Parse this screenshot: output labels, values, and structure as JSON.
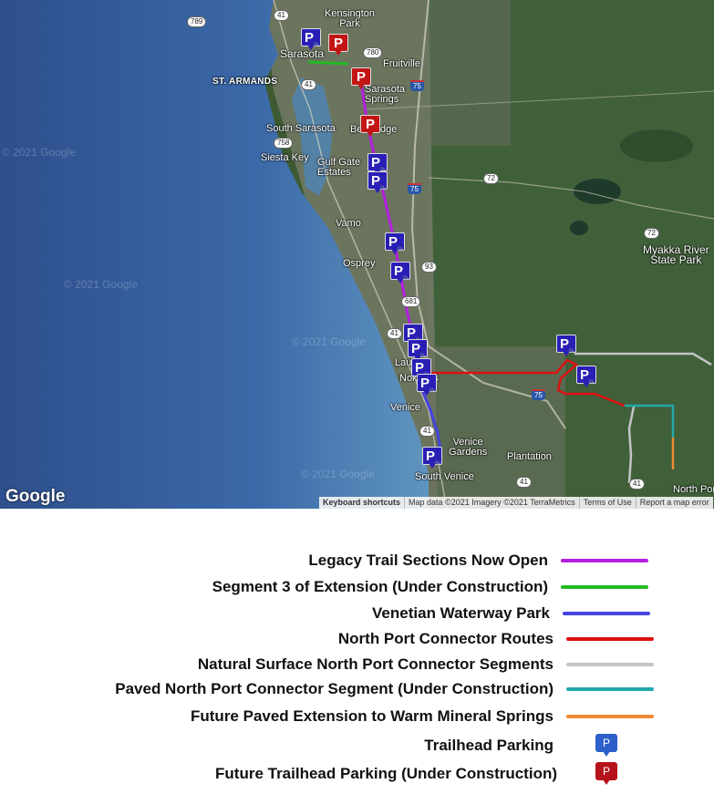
{
  "map": {
    "place_labels": {
      "kensington_park": "Kensington\nPark",
      "sarasota": "Sarasota",
      "fruitville": "Fruitville",
      "st_armands": "ST. ARMANDS",
      "sarasota_springs": "Sarasota\nSprings",
      "south_sarasota": "South Sarasota",
      "bee_ridge": "Bee Ridge",
      "siesta_key": "Siesta Key",
      "gulf_gate_estates": "Gulf Gate\nEstates",
      "vamo": "Vamo",
      "osprey": "Osprey",
      "laurel": "Laurel",
      "nokomis": "Nokomis",
      "venice": "Venice",
      "venice_gardens": "Venice\nGardens",
      "plantation": "Plantation",
      "south_venice": "South Venice",
      "myakka_river_state_park": "Myakka River\nState Park",
      "north_port": "North Port"
    },
    "road_shields": [
      "789",
      "41",
      "780",
      "41",
      "75",
      "758",
      "75",
      "72",
      "72",
      "93",
      "681",
      "41",
      "75",
      "41",
      "41",
      "41"
    ],
    "watermark": "© 2021 Google",
    "google_logo": "Google",
    "attribution": [
      "Keyboard shortcuts",
      "Map data ©2021 Imagery ©2021 TerraMetrics",
      "Terms of Use",
      "Report a map error"
    ],
    "marker_letter": "P",
    "bike_glyph": "🚲"
  },
  "legend": {
    "items": [
      {
        "label": "Legacy Trail Sections Now Open",
        "color": "#b51fe0"
      },
      {
        "label": "Segment 3 of Extension (Under Construction)",
        "color": "#22bb22"
      },
      {
        "label": "Venetian Waterway Park",
        "color": "#4444e0"
      },
      {
        "label": "North Port Connector Routes",
        "color": "#dd1111"
      },
      {
        "label": "Natural Surface North Port Connector Segments",
        "color": "#c4c4c4"
      },
      {
        "label": "Paved North Port Connector Segment (Under Construction)",
        "color": "#22a8a8"
      },
      {
        "label": "Future Paved Extension to Warm Mineral Springs",
        "color": "#f08a30"
      }
    ],
    "markers": [
      {
        "label": "Trailhead Parking",
        "letter": "P",
        "color": "#2c5fc9"
      },
      {
        "label": "Future Trailhead Parking (Under Construction)",
        "letter": "P",
        "color": "#b5121b"
      }
    ]
  }
}
